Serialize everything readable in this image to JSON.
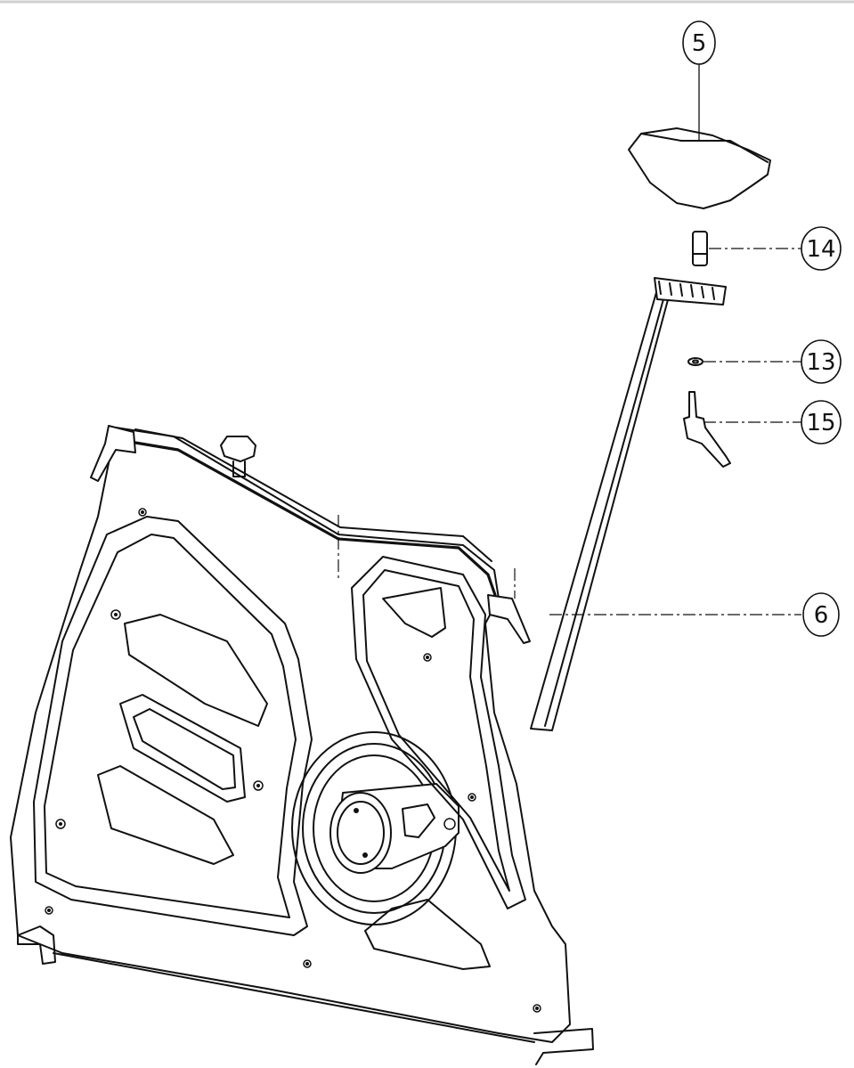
{
  "diagram": {
    "type": "exploded-parts-view",
    "callouts": [
      {
        "id": "c5",
        "label": "5",
        "part": "saddle"
      },
      {
        "id": "c14",
        "label": "14",
        "part": "seat-post-adapter"
      },
      {
        "id": "c13",
        "label": "13",
        "part": "washer"
      },
      {
        "id": "c15",
        "label": "15",
        "part": "adjustment-lever"
      },
      {
        "id": "c6",
        "label": "6",
        "part": "seat-post"
      }
    ]
  }
}
